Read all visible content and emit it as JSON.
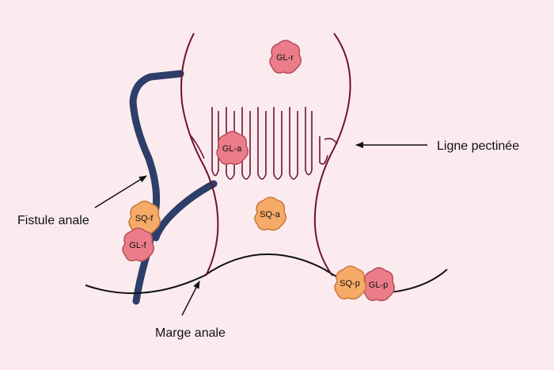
{
  "colors": {
    "background": "#fcebee",
    "canal_outline": "#6b1530",
    "fistula": "#2c3e69",
    "skin_line": "#111111",
    "gland_red": "#eb7d8a",
    "gland_red_edge": "#b4505c",
    "gland_orange": "#f6aa67",
    "gland_orange_edge": "#c7783c"
  },
  "labels": {
    "ligne_pectinee": "Ligne pectinée",
    "fistule_anale": "Fistule anale",
    "marge_anale": "Marge anale"
  },
  "glands": {
    "gl_r": "GL-r",
    "gl_a": "GL-a",
    "sq_a": "SQ-a",
    "sq_f": "SQ-f",
    "gl_f": "GL-f",
    "sq_p": "SQ-p",
    "gl_p": "GL-p"
  }
}
